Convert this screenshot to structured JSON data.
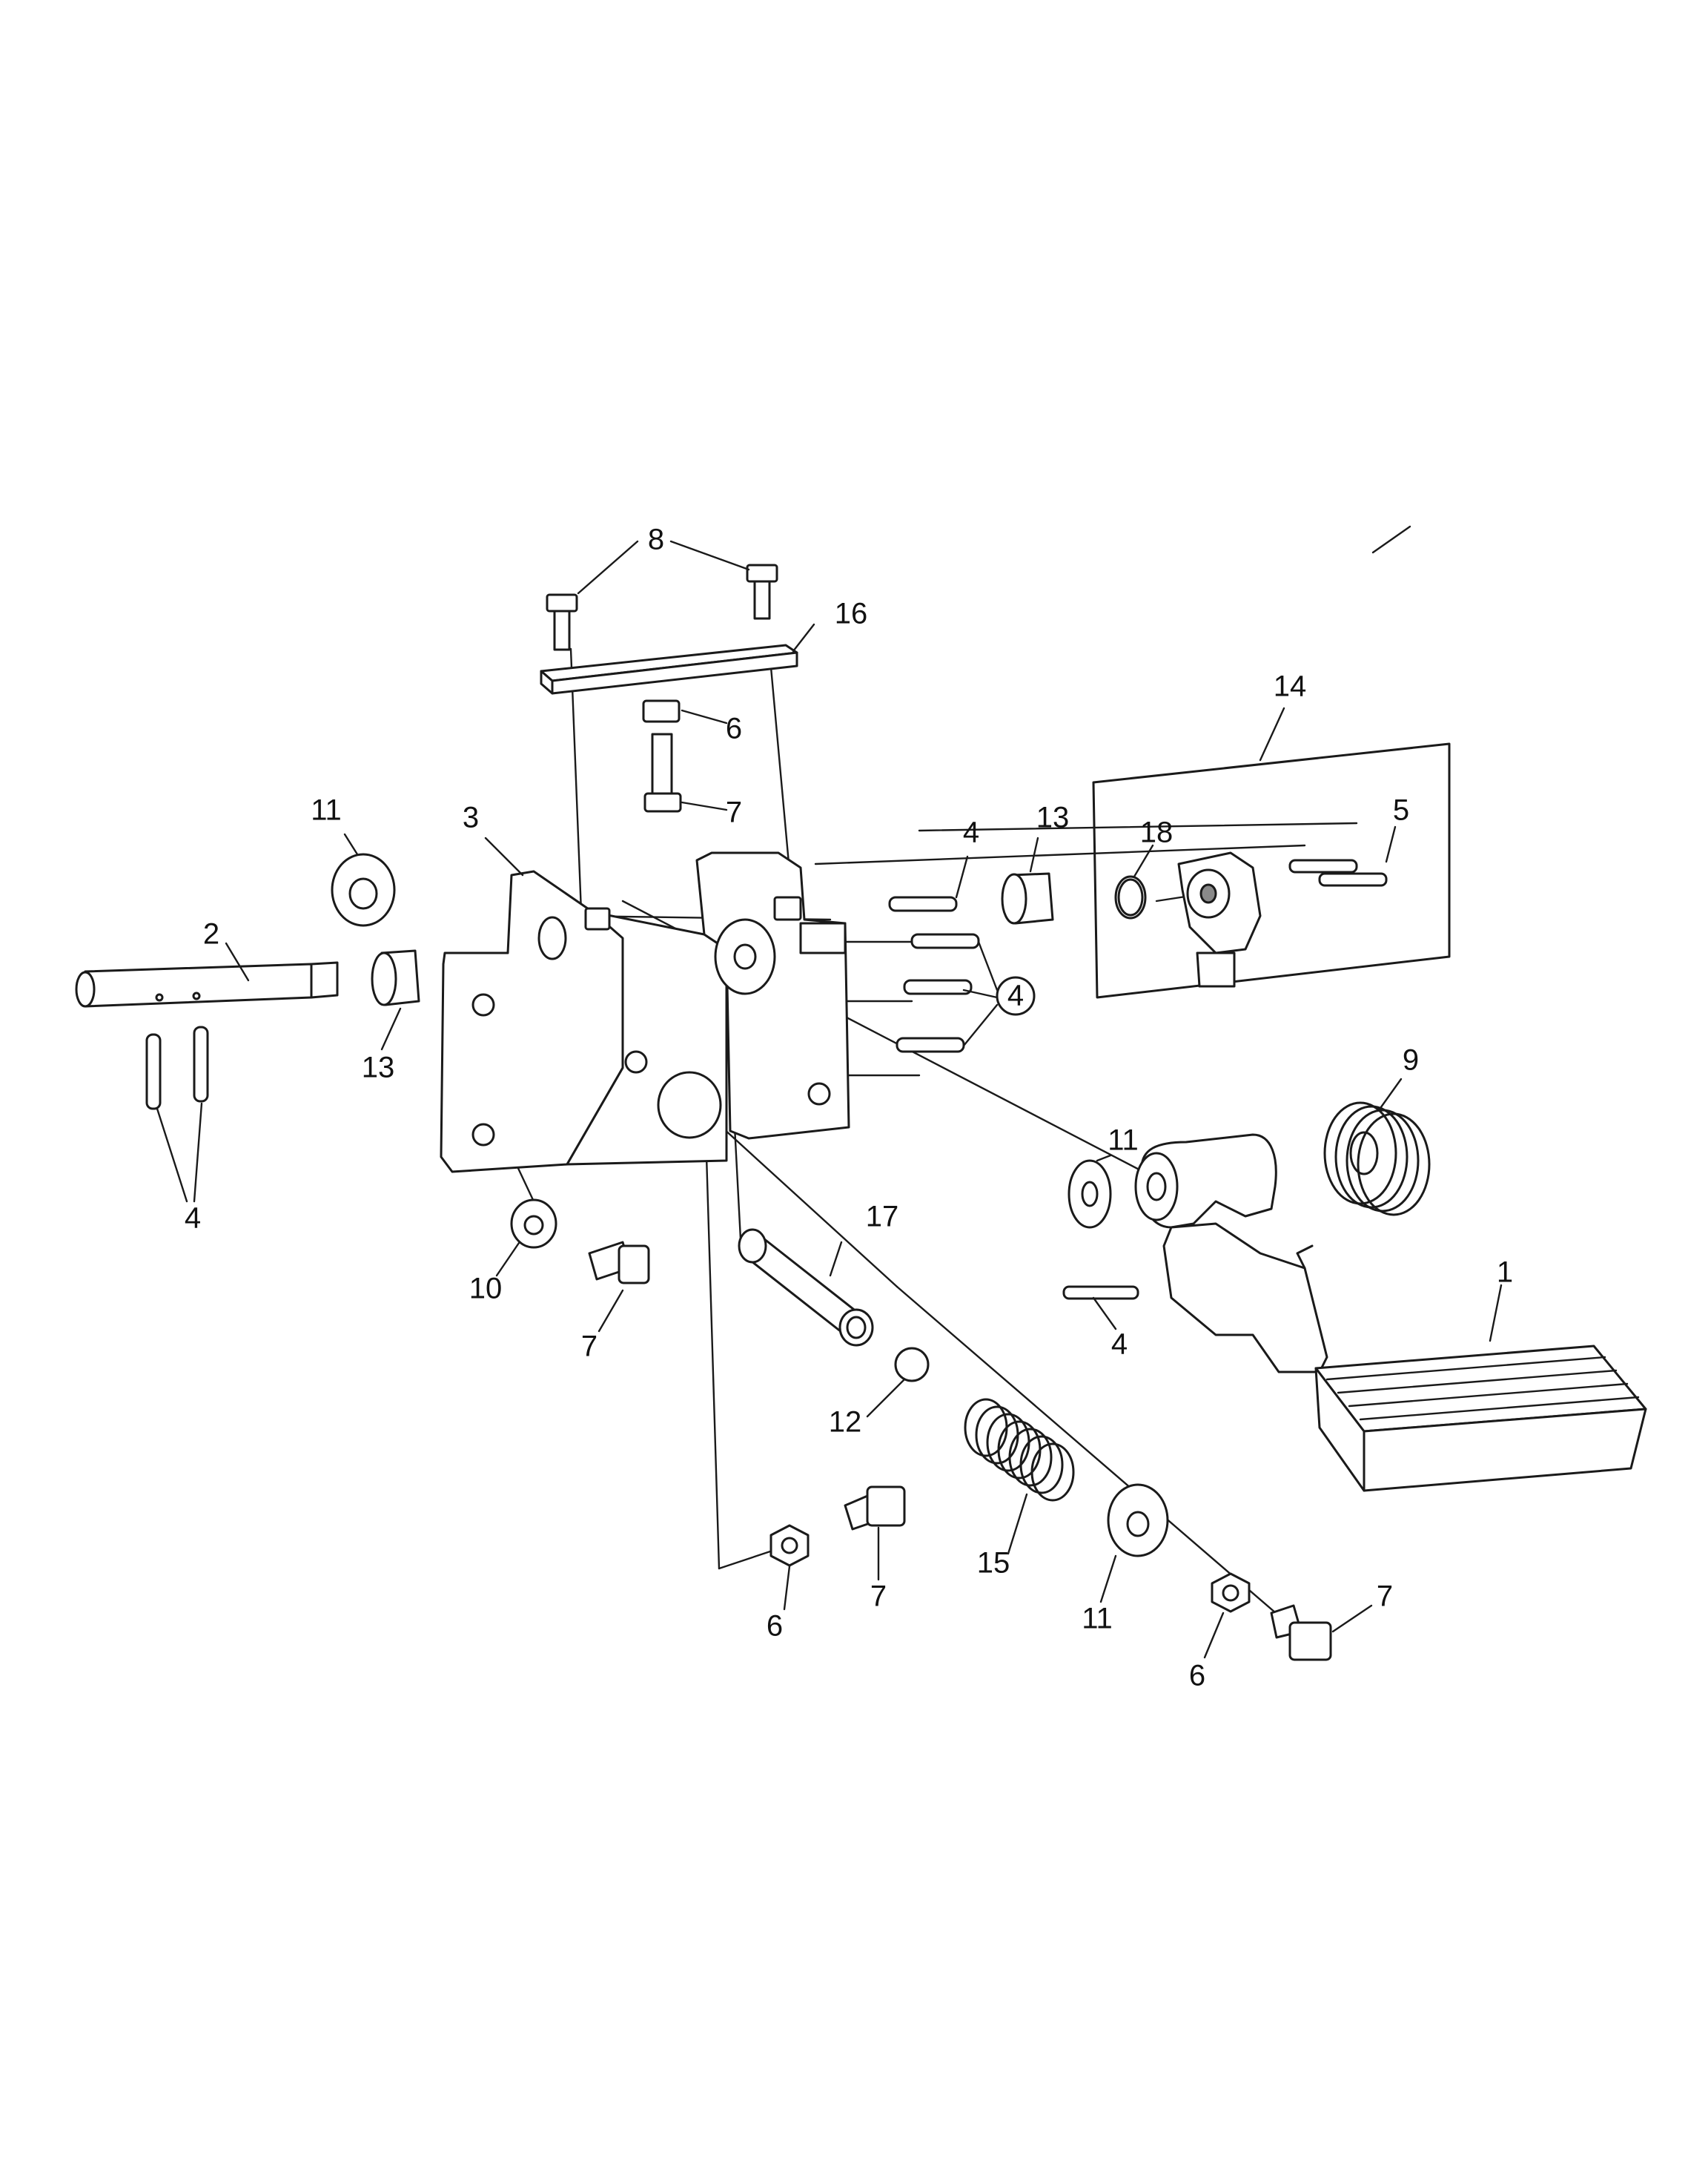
{
  "diagram": {
    "callouts": [
      {
        "id": "c1",
        "label": "1"
      },
      {
        "id": "c2",
        "label": "2"
      },
      {
        "id": "c3",
        "label": "3"
      },
      {
        "id": "c4a",
        "label": "4"
      },
      {
        "id": "c4b",
        "label": "4"
      },
      {
        "id": "c4c",
        "label": "4"
      },
      {
        "id": "c4d",
        "label": "4"
      },
      {
        "id": "c5",
        "label": "5"
      },
      {
        "id": "c6a",
        "label": "6"
      },
      {
        "id": "c6b",
        "label": "6"
      },
      {
        "id": "c6c",
        "label": "6"
      },
      {
        "id": "c7a",
        "label": "7"
      },
      {
        "id": "c7b",
        "label": "7"
      },
      {
        "id": "c7c",
        "label": "7"
      },
      {
        "id": "c7d",
        "label": "7"
      },
      {
        "id": "c8",
        "label": "8"
      },
      {
        "id": "c9",
        "label": "9"
      },
      {
        "id": "c10",
        "label": "10"
      },
      {
        "id": "c11a",
        "label": "11"
      },
      {
        "id": "c11b",
        "label": "11"
      },
      {
        "id": "c11c",
        "label": "11"
      },
      {
        "id": "c12",
        "label": "12"
      },
      {
        "id": "c13a",
        "label": "13"
      },
      {
        "id": "c13b",
        "label": "13"
      },
      {
        "id": "c14",
        "label": "14"
      },
      {
        "id": "c15",
        "label": "15"
      },
      {
        "id": "c16",
        "label": "16"
      },
      {
        "id": "c17",
        "label": "17"
      },
      {
        "id": "c18",
        "label": "18"
      }
    ]
  }
}
